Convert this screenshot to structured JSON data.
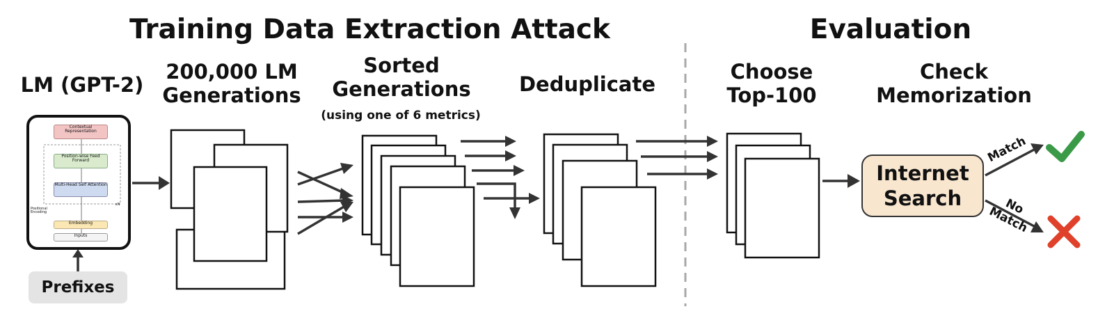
{
  "sections": {
    "attack_title": "Training Data Extraction Attack",
    "evaluation_title": "Evaluation"
  },
  "stages": {
    "lm": "LM (GPT-2)",
    "generations_line1": "200,000 LM",
    "generations_line2": "Generations",
    "sorted_line1": "Sorted",
    "sorted_line2": "Generations",
    "sorted_note": "(using one of 6 metrics)",
    "dedup": "Deduplicate",
    "choose_line1": "Choose",
    "choose_line2": "Top-100",
    "check_line1": "Check",
    "check_line2": "Memorization"
  },
  "model": {
    "contextual": "Contextual Representation",
    "ffn": "Position-wise Feed Forward",
    "mha": "Multi-Head Self Attention",
    "embedding": "Embedding",
    "inputs": "Inputs",
    "positional": "Positional Encoding",
    "nx": "xN"
  },
  "prefixes": "Prefixes",
  "search": {
    "line1": "Internet",
    "line2": "Search"
  },
  "outcomes": {
    "match": "Match",
    "no": "No",
    "no_match": "Match"
  },
  "icons": {
    "match_result": "check-icon",
    "no_match_result": "cross-icon"
  },
  "colors": {
    "search_fill": "#f8e6cf",
    "check": "#3a9a48",
    "cross": "#e0412a",
    "contextual": "#f2c4c4",
    "ffn": "#d9ebcc",
    "mha": "#cddaf0",
    "embedding": "#fbe7b3"
  }
}
